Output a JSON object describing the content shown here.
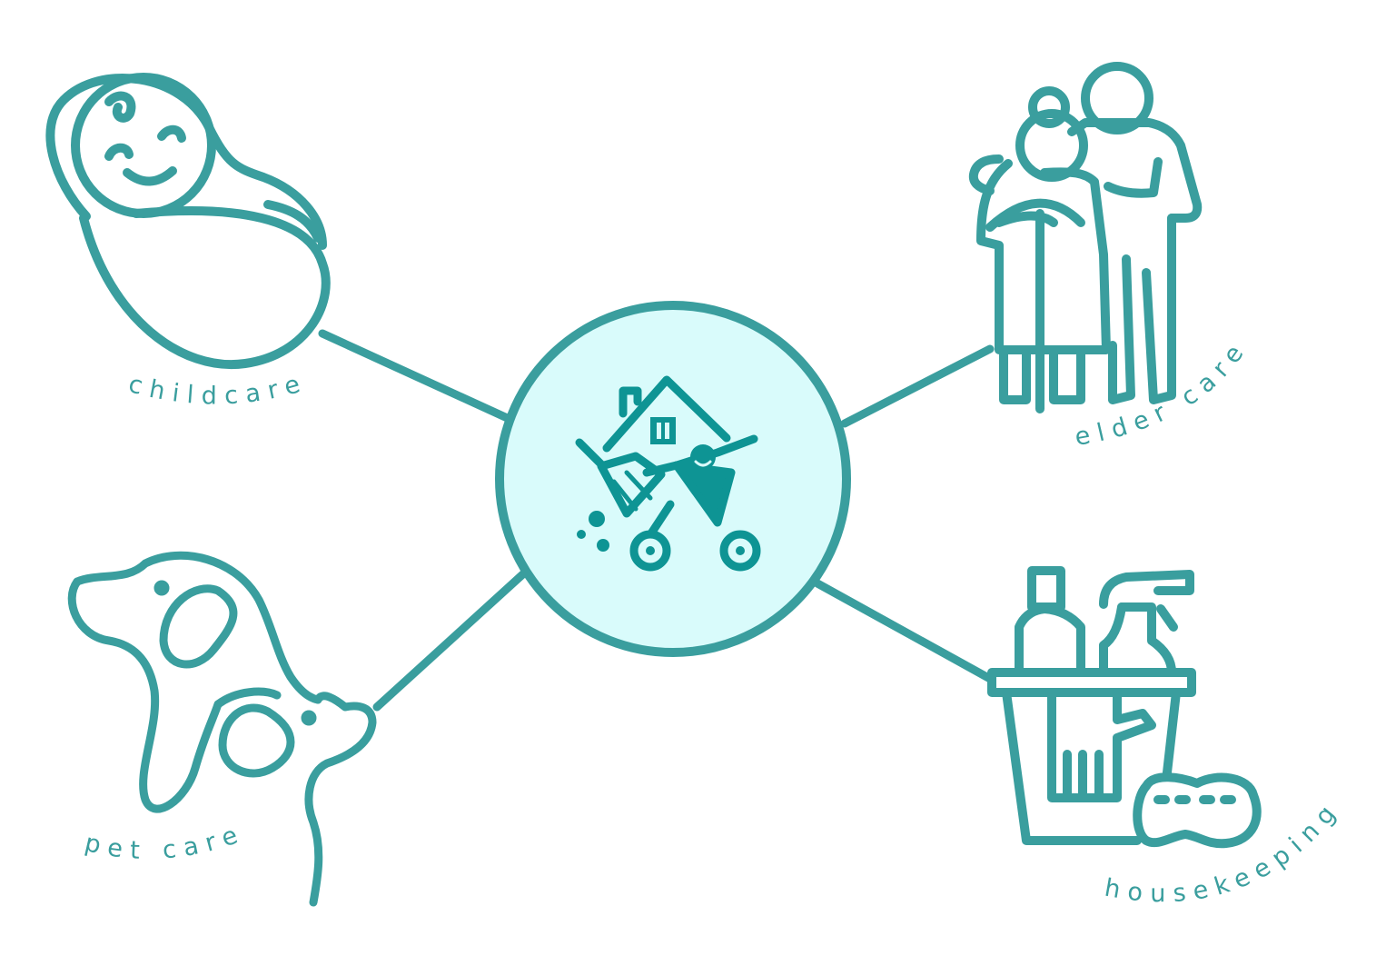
{
  "colors": {
    "accent": "#3a9e9e",
    "accent_dark": "#0e9494",
    "center_fill": "#d9fbfb"
  },
  "center": {
    "icon": "house-cleaning-stroller-icon"
  },
  "nodes": [
    {
      "id": "childcare",
      "label": "childcare",
      "icon": "swaddled-baby-icon"
    },
    {
      "id": "elder-care",
      "label": "elder care",
      "icon": "elderly-couple-icon"
    },
    {
      "id": "pet-care",
      "label": "pet care",
      "icon": "two-dogs-icon"
    },
    {
      "id": "housekeeping",
      "label": "housekeeping",
      "icon": "cleaning-bucket-icon"
    }
  ]
}
